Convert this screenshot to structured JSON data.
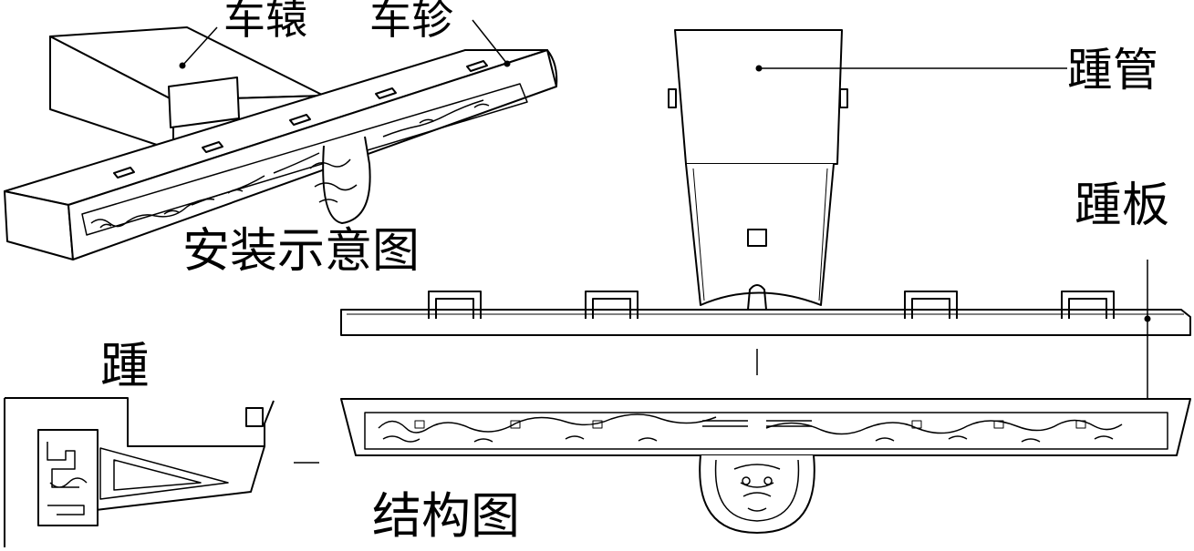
{
  "labels": {
    "yuan": "车辕",
    "zhen": "车轸",
    "install_diagram": "安装示意图",
    "zhong_guan": "踵管",
    "zhong_ban": "踵板",
    "zhong": "踵",
    "structure_diagram": "结构图"
  },
  "colors": {
    "line": "#000000",
    "background": "#ffffff"
  }
}
